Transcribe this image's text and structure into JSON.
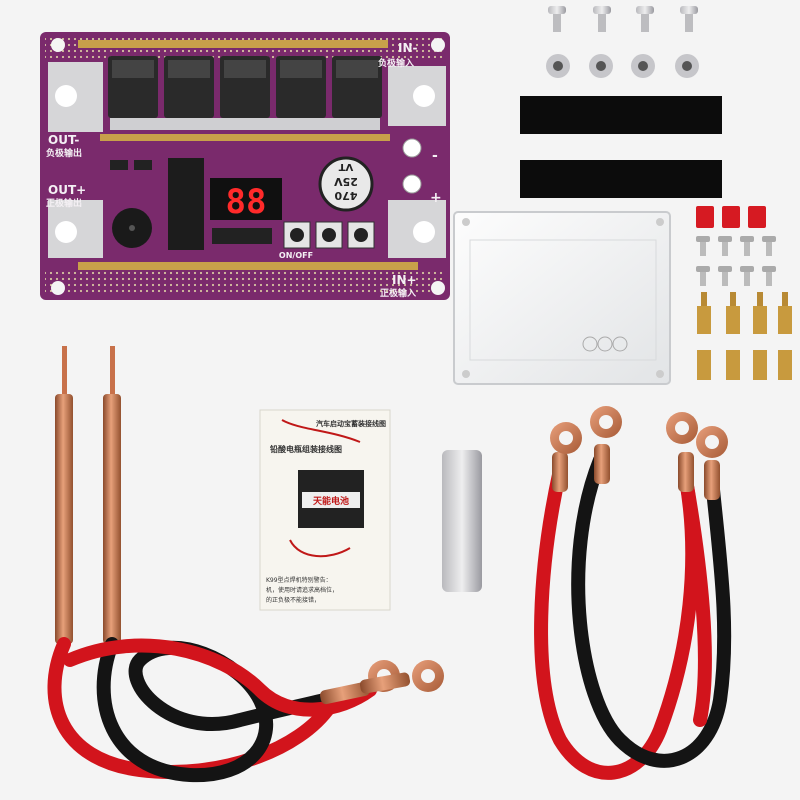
{
  "board": {
    "label_in_neg": "IN-",
    "label_in_neg_cn": "负极输入",
    "label_out_neg": "OUT-",
    "label_out_neg_cn": "负极输出",
    "label_out_pos": "OUT+",
    "label_out_pos_cn": "正极输出",
    "label_in_pos": "IN+",
    "label_in_pos_cn": "正极输入",
    "display_value": "88",
    "capacitor_line1": "470",
    "capacitor_line2": "25V",
    "capacitor_line3": "VT",
    "switch_label": "ON/OFF",
    "minus_mark": "-",
    "plus_mark": "+"
  },
  "manual": {
    "title": "汽车启动宝蓄装接线图",
    "diagram_title": "铅酸电瓶组装接线图",
    "battery_brand": "天能电池",
    "warning_line1": "K99型点焊机特别警告：",
    "warning_line2": "机，使用时请追求高档位，",
    "warning_line3": "的正负极不能接错，"
  },
  "colors": {
    "pcb": "#7a2a6c",
    "pcb_dark": "#5c1d52",
    "copper": "#c8714a",
    "cable_red": "#d2141c",
    "cable_black": "#141414",
    "brass": "#c89a3e"
  }
}
